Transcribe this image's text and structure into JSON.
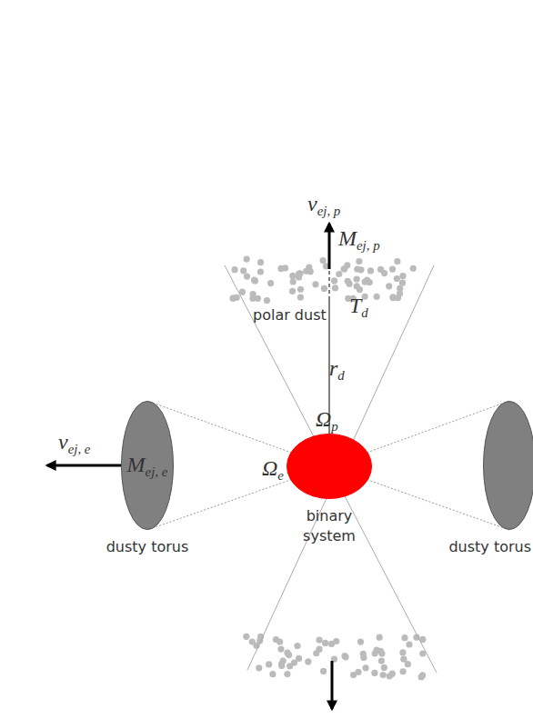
{
  "diagram": {
    "nodes": [
      {
        "text": [
          "Mej, e",
          "dusty torus"
        ]
      },
      {
        "text": [
          "binary system"
        ]
      },
      {
        "text": [
          "dusty torus"
        ]
      }
    ],
    "labels": [
      "vej, p",
      "Mej, p",
      "Td",
      "polar dust",
      "rd",
      "Ωp",
      "Ωe",
      "vej, e"
    ]
  }
}
